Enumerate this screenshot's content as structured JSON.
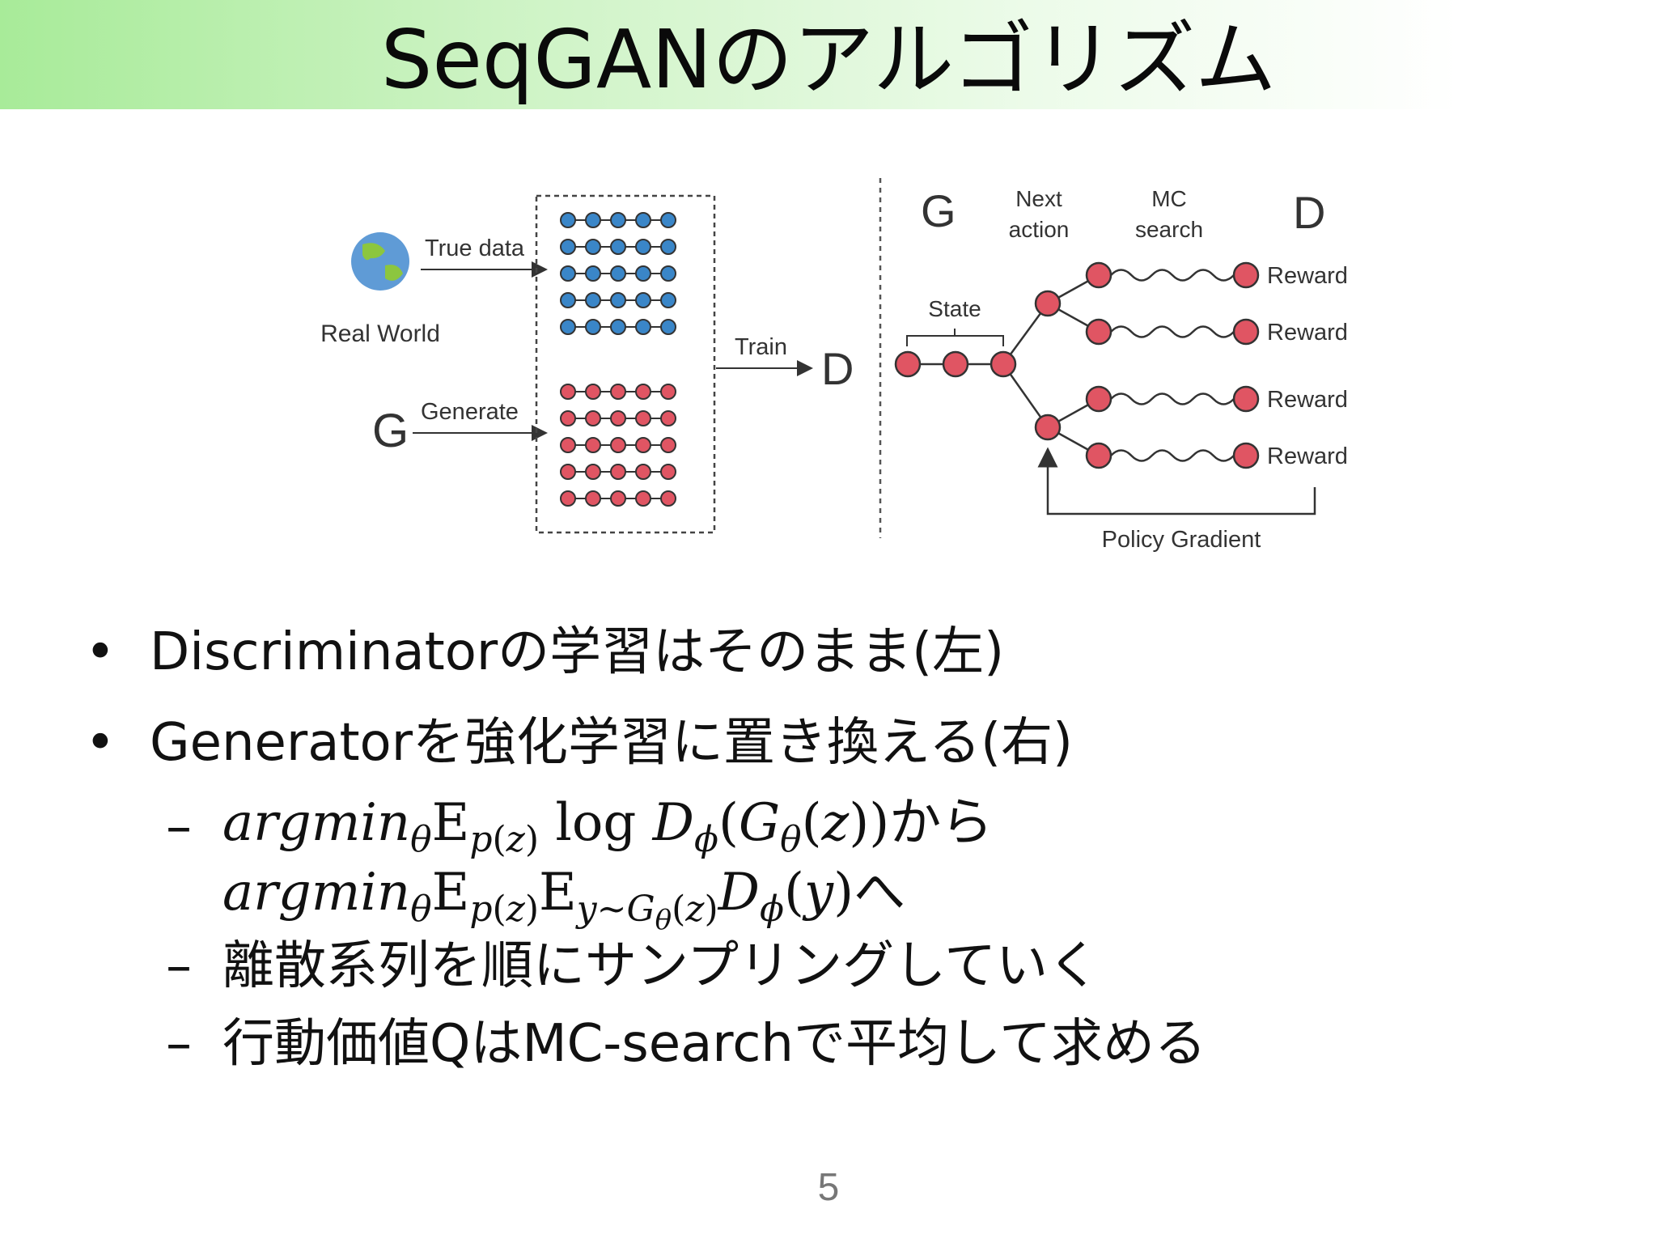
{
  "slide": {
    "title": "SeqGANのアルゴリズム",
    "page_number": "5"
  },
  "diagram": {
    "left": {
      "real_world_label": "Real World",
      "true_data_label": "True data",
      "generator_label": "G",
      "generate_label": "Generate",
      "train_label": "Train",
      "discriminator_label": "D",
      "true_rows": 5,
      "generated_rows": 5,
      "dots_per_row": 5,
      "true_color": "#3a86c8",
      "generated_color": "#e05563"
    },
    "right": {
      "generator_label": "G",
      "next_action_label_1": "Next",
      "next_action_label_2": "action",
      "mc_search_label_1": "MC",
      "mc_search_label_2": "search",
      "discriminator_label": "D",
      "state_label": "State",
      "rewards": [
        "Reward",
        "Reward",
        "Reward",
        "Reward"
      ],
      "policy_gradient_label": "Policy Gradient",
      "node_color": "#e05563"
    }
  },
  "bullets": {
    "b1": "Discriminatorの学習はそのまま(左)",
    "b2": "Generatorを強化学習に置き換える(右)",
    "sub1_tail": "から",
    "sub1_tail2": "へ",
    "sub2": "離散系列を順にサンプリングしていく",
    "sub3": "行動価値QはMC-searchで平均して求める",
    "bullet_symbol": "•",
    "dash_symbol": "–"
  }
}
